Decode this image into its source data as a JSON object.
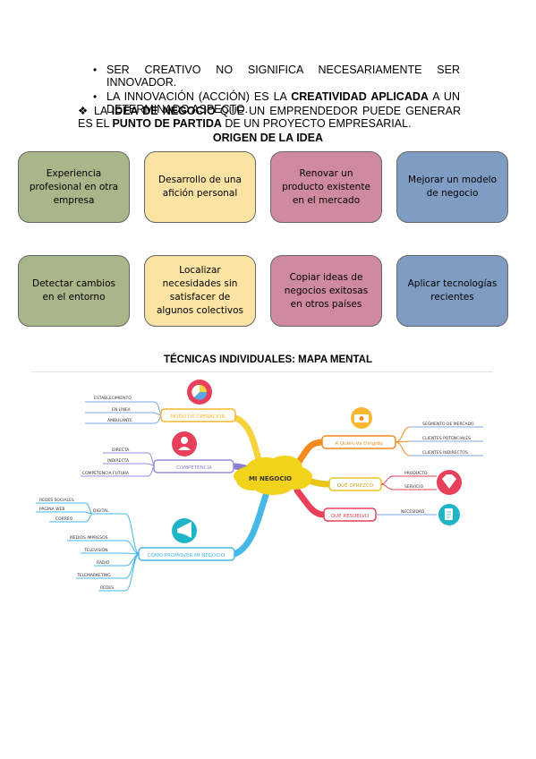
{
  "bullets": [
    {
      "text": "SER CREATIVO NO SIGNIFICA NECESARIAMENTE SER INNOVADOR."
    },
    {
      "pre": "LA INNOVACIÓN (ACCIÓN) ES LA ",
      "bold": "CREATIVIDAD APLICADA",
      "post": " A UN DETERMINADO ASPECTO."
    }
  ],
  "paragraph": {
    "symbol": "❖",
    "pre": " LA ",
    "bold1": "IDEA DE NEGOCIO",
    "mid": " QUE UN EMPRENDEDOR PUEDE GENERAR ES EL ",
    "bold2": "PUNTO DE PARTIDA",
    "post": " DE UN PROYECTO EMPRESARIAL."
  },
  "origin_title": "ORIGEN DE LA IDEA",
  "cards": [
    {
      "label": "Experiencia profesional en otra empresa",
      "color": "#a9b689"
    },
    {
      "label": "Desarrollo de una afición personal",
      "color": "#fbe3a4"
    },
    {
      "label": "Renovar un producto existente en el mercado",
      "color": "#cf8aa0"
    },
    {
      "label": "Mejorar un modelo de negocio",
      "color": "#7f9dc3"
    },
    {
      "label": "Detectar cambios en el entorno",
      "color": "#a9b689"
    },
    {
      "label": "Localizar necesidades sin satisfacer de algunos colectivos",
      "color": "#fbe3a4"
    },
    {
      "label": "Copiar ideas de negocios exitosas en otros países",
      "color": "#cf8aa0"
    },
    {
      "label": "Aplicar tecnologías recientes",
      "color": "#7f9dc3"
    }
  ],
  "mindmap_title": "TÉCNICAS INDIVIDUALES: MAPA MENTAL",
  "mindmap": {
    "center": "MI NEGOCIO",
    "left": [
      {
        "label": "MODO DE OPERACIÓN",
        "color": "#f7b731",
        "icon": "pie-chart-icon",
        "leaves": [
          "ESTABLECIMIENTO",
          "EN LÍNEA",
          "AMBULANTE"
        ]
      },
      {
        "label": "COMPETENCIA",
        "color": "#9b8cd9",
        "icon": "user-icon",
        "leaves": [
          "DIRECTA",
          "INDIRECTA",
          "COMPETENCIA FUTURA"
        ]
      },
      {
        "label": "CÓMO PROMOVER MI NEGOCIO",
        "color": "#45b8e6",
        "icon": "megaphone-icon",
        "leaves": [
          "DIGITAL",
          "MEDIOS IMPRESOS",
          "TELEVISIÓN",
          "RADIO",
          "TELEMARKETING",
          "REDES"
        ],
        "subleaves": [
          "REDES SOCIALES",
          "PÁGINA WEB",
          "CORREO"
        ]
      }
    ],
    "right": [
      {
        "label": "A Quién Va Dirigido",
        "color": "#f58a1f",
        "icon": "money-icon",
        "leaves": [
          "SEGMENTO DE MERCADO",
          "CLIENTES POTENCIALES",
          "CLIENTES INDIRECTOS"
        ]
      },
      {
        "label": "QUÉ OFREZCO",
        "color": "#e8c61a",
        "icon": "gem-icon",
        "leaves": [
          "PRODUCTO",
          "SERVICIO"
        ]
      },
      {
        "label": "QUÉ RESUELVO",
        "color": "#e8405a",
        "icon": "document-icon",
        "leaves": [
          "NECESIDAD"
        ]
      }
    ]
  }
}
